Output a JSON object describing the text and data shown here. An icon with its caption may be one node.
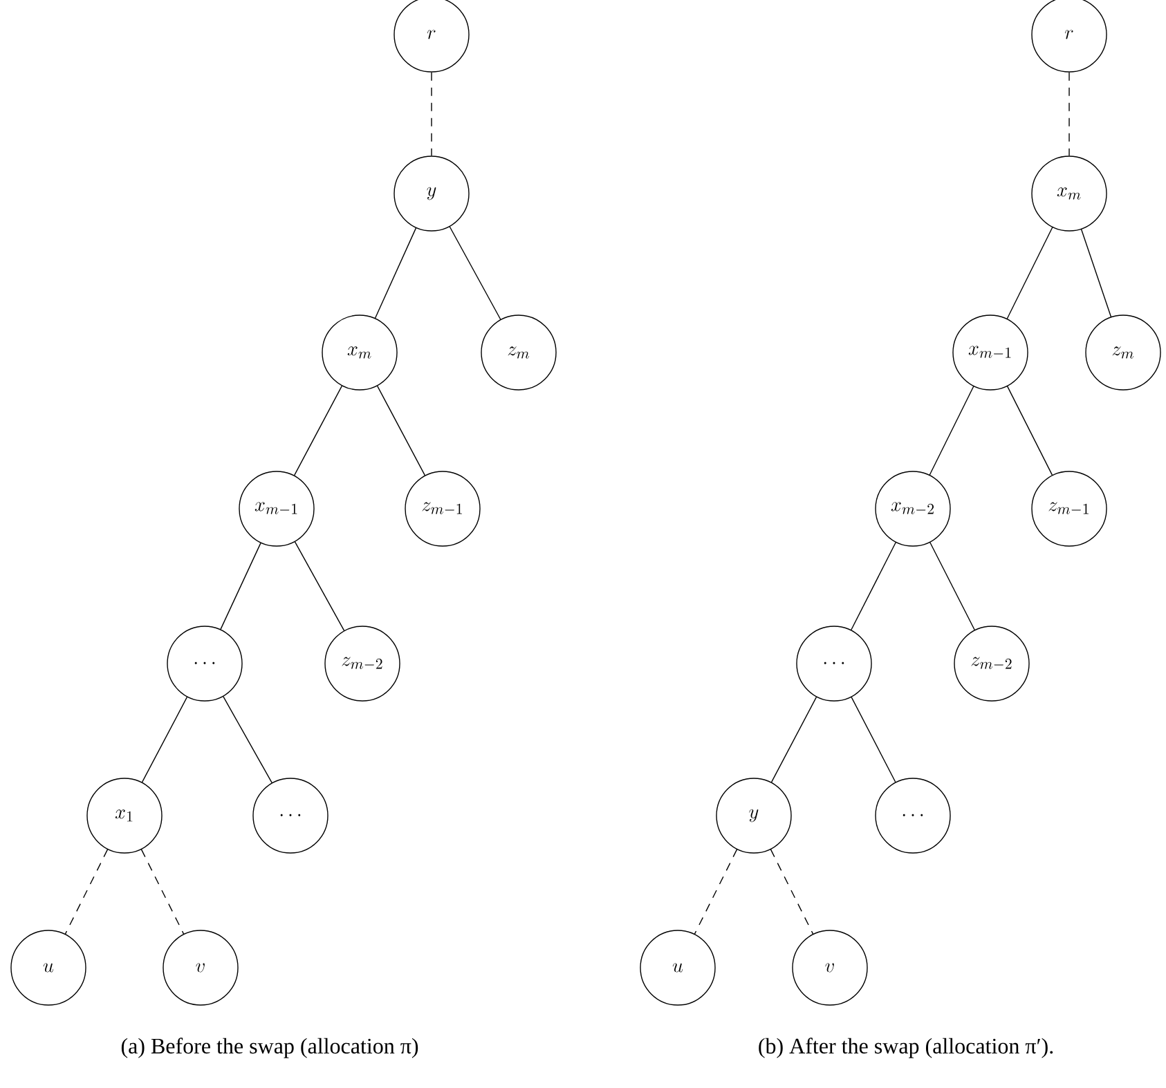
{
  "diagram": {
    "nodes": [
      {
        "text": [
          "r"
        ]
      },
      {
        "text": [
          "y"
        ]
      },
      {
        "text": [
          "x_m"
        ]
      },
      {
        "text": [
          "z_m"
        ]
      },
      {
        "text": [
          "x_{m-1}"
        ]
      },
      {
        "text": [
          "z_{m-1}"
        ]
      },
      {
        "text": [
          "\\cdots"
        ]
      },
      {
        "text": [
          "z_{m-2}"
        ]
      },
      {
        "text": [
          "x_1"
        ]
      },
      {
        "text": [
          "\\cdots"
        ]
      },
      {
        "text": [
          "u"
        ]
      },
      {
        "text": [
          "v"
        ]
      },
      {
        "text": [
          "r"
        ]
      },
      {
        "text": [
          "x_m"
        ]
      },
      {
        "text": [
          "x_{m-1}"
        ]
      },
      {
        "text": [
          "z_m"
        ]
      },
      {
        "text": [
          "x_{m-2}"
        ]
      },
      {
        "text": [
          "z_{m-1}"
        ]
      },
      {
        "text": [
          "\\cdots"
        ]
      },
      {
        "text": [
          "z_{m-2}"
        ]
      },
      {
        "text": [
          "y"
        ]
      },
      {
        "text": [
          "\\cdots"
        ]
      },
      {
        "text": [
          "u"
        ]
      },
      {
        "text": [
          "v"
        ]
      }
    ],
    "edges": [
      {
        "from": 0,
        "to": 1,
        "arrow": "none",
        "style": "dashed"
      },
      {
        "from": 1,
        "to": 2,
        "arrow": "none"
      },
      {
        "from": 1,
        "to": 3,
        "arrow": "none"
      },
      {
        "from": 2,
        "to": 4,
        "arrow": "none"
      },
      {
        "from": 2,
        "to": 5,
        "arrow": "none"
      },
      {
        "from": 4,
        "to": 6,
        "arrow": "none"
      },
      {
        "from": 4,
        "to": 7,
        "arrow": "none"
      },
      {
        "from": 6,
        "to": 8,
        "arrow": "none"
      },
      {
        "from": 6,
        "to": 9,
        "arrow": "none"
      },
      {
        "from": 8,
        "to": 10,
        "arrow": "none",
        "style": "dashed"
      },
      {
        "from": 8,
        "to": 11,
        "arrow": "none",
        "style": "dashed"
      },
      {
        "from": 12,
        "to": 13,
        "arrow": "none",
        "style": "dashed"
      },
      {
        "from": 13,
        "to": 14,
        "arrow": "none"
      },
      {
        "from": 13,
        "to": 15,
        "arrow": "none"
      },
      {
        "from": 14,
        "to": 16,
        "arrow": "none"
      },
      {
        "from": 14,
        "to": 17,
        "arrow": "none"
      },
      {
        "from": 16,
        "to": 18,
        "arrow": "none"
      },
      {
        "from": 16,
        "to": 19,
        "arrow": "none"
      },
      {
        "from": 18,
        "to": 20,
        "arrow": "none"
      },
      {
        "from": 18,
        "to": 21,
        "arrow": "none"
      },
      {
        "from": 20,
        "to": 22,
        "arrow": "none",
        "style": "dashed"
      },
      {
        "from": 20,
        "to": 23,
        "arrow": "none",
        "style": "dashed"
      }
    ],
    "labels": [
      "(a) Before the swap (allocation π)",
      "(b) After the swap (allocation π′)."
    ]
  }
}
